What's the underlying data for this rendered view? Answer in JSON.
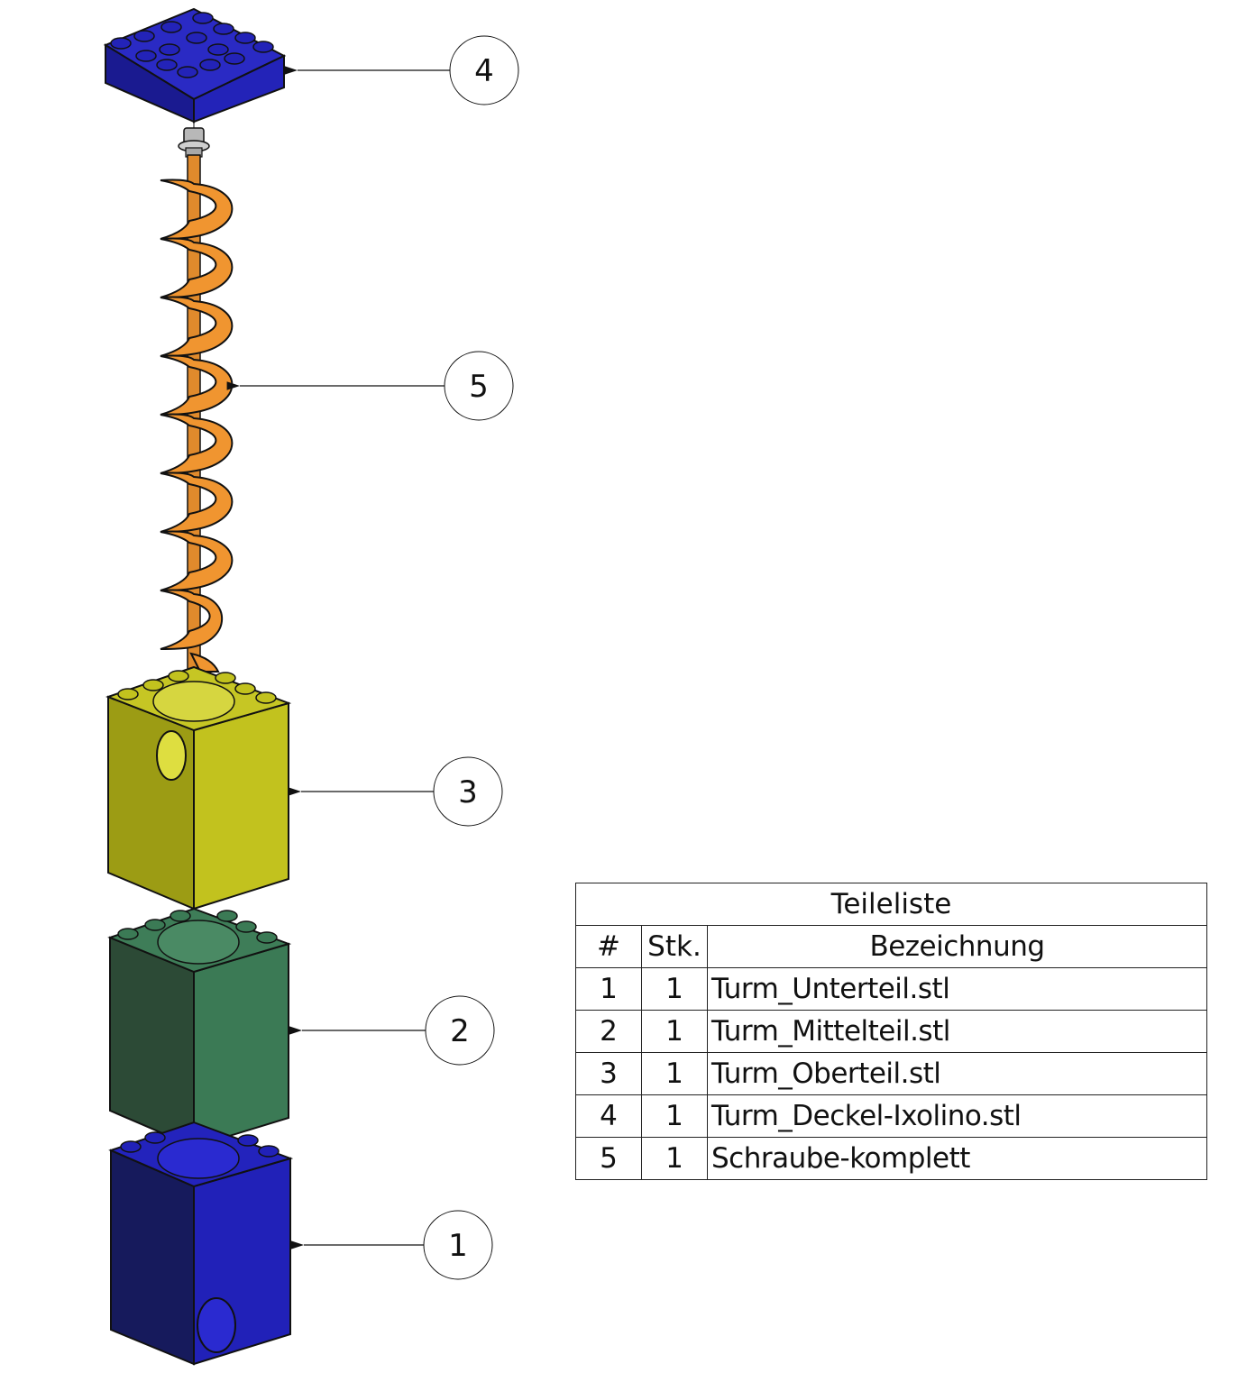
{
  "parts_list": {
    "title": "Teileliste",
    "headers": {
      "number": "#",
      "quantity": "Stk.",
      "description": "Bezeichnung"
    },
    "rows": [
      {
        "number": "1",
        "quantity": "1",
        "description": "Turm_Unterteil.stl"
      },
      {
        "number": "2",
        "quantity": "1",
        "description": "Turm_Mittelteil.stl"
      },
      {
        "number": "3",
        "quantity": "1",
        "description": "Turm_Oberteil.stl"
      },
      {
        "number": "4",
        "quantity": "1",
        "description": "Turm_Deckel-Ixolino.stl"
      },
      {
        "number": "5",
        "quantity": "1",
        "description": "Schraube-komplett"
      }
    ]
  },
  "balloons": [
    {
      "label": "4",
      "part": "lid"
    },
    {
      "label": "5",
      "part": "screw"
    },
    {
      "label": "3",
      "part": "upper-tower"
    },
    {
      "label": "2",
      "part": "middle-tower"
    },
    {
      "label": "1",
      "part": "lower-tower"
    }
  ],
  "colors": {
    "lid": "#2323b8",
    "screw": "#f09530",
    "upper_tower": "#c2c21e",
    "middle_tower": "#3b7a55",
    "lower_tower": "#2121b8",
    "outline": "#111111"
  }
}
